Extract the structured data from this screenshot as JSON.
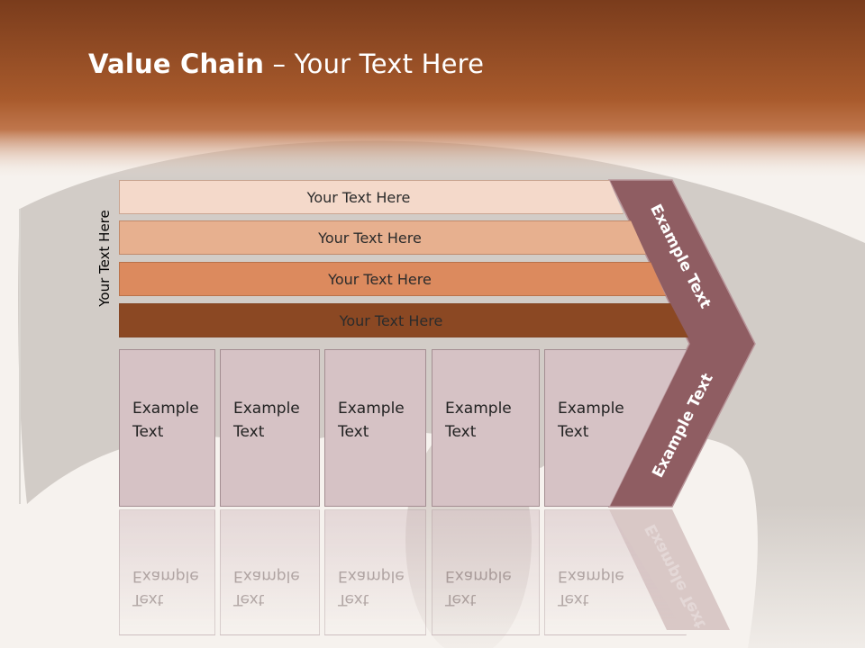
{
  "title": {
    "bold": "Value Chain",
    "rest": " – Your Text Here"
  },
  "side_label": "Your Text Here",
  "bands": [
    {
      "label": "Your Text Here"
    },
    {
      "label": "Your Text Here"
    },
    {
      "label": "Your Text Here"
    },
    {
      "label": "Your Text Here"
    }
  ],
  "boxes": [
    {
      "line1": "Example",
      "line2": "Text"
    },
    {
      "line1": "Example",
      "line2": "Text"
    },
    {
      "line1": "Example",
      "line2": "Text"
    },
    {
      "line1": "Example",
      "line2": "Text"
    },
    {
      "line1": "Example",
      "line2": "Text"
    }
  ],
  "chevron": {
    "upper_label": "Example Text",
    "lower_label": "Example Text"
  },
  "colors": {
    "header": "#8f4a22",
    "band1": "#f4d9ca",
    "band2": "#e7b08f",
    "band3": "#dc8a5e",
    "band4": "#8b4823",
    "box": "#d6c2c5",
    "chevron": "#8f5d62"
  }
}
